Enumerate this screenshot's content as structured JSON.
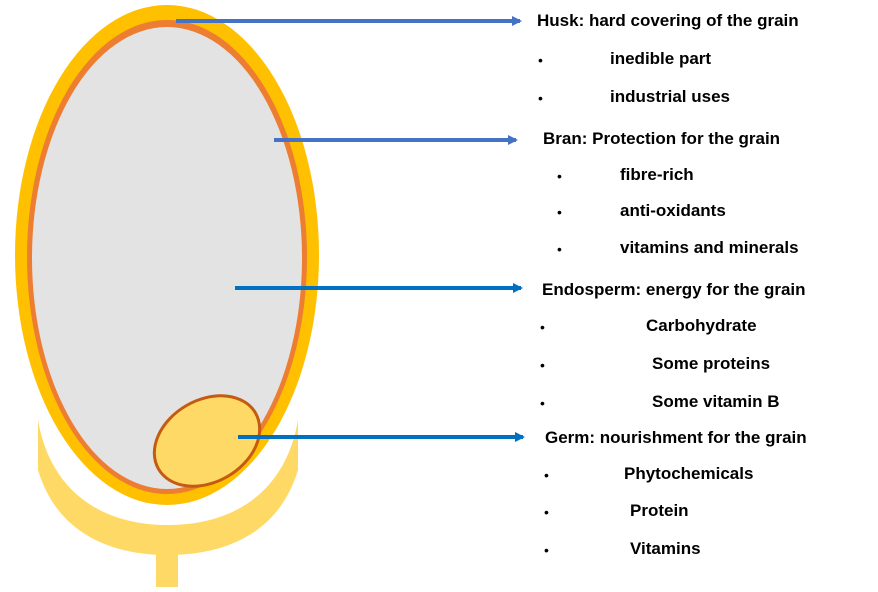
{
  "parts": [
    {
      "heading": "Husk: hard covering of the grain",
      "items": [
        "inedible part",
        "industrial uses"
      ]
    },
    {
      "heading": "Bran: Protection for the grain",
      "items": [
        "fibre-rich",
        "anti-oxidants",
        "vitamins and minerals"
      ]
    },
    {
      "heading": "Endosperm: energy for the grain",
      "items": [
        "Carbohydrate",
        "Some proteins",
        "Some vitamin B"
      ]
    },
    {
      "heading": "Germ: nourishment for the grain",
      "items": [
        "Phytochemicals",
        "Protein",
        "Vitamins"
      ]
    }
  ],
  "bullet": "•",
  "colors": {
    "husk": "#ffc000",
    "bran": "#ed7d31",
    "endosperm": "#e3e3e3",
    "germ": "#ffd966",
    "germ_outline": "#c55a11",
    "stalk": "#ffd966",
    "arrow_husk_bran": "#4472c4",
    "arrow_endo_germ": "#0070c0"
  }
}
